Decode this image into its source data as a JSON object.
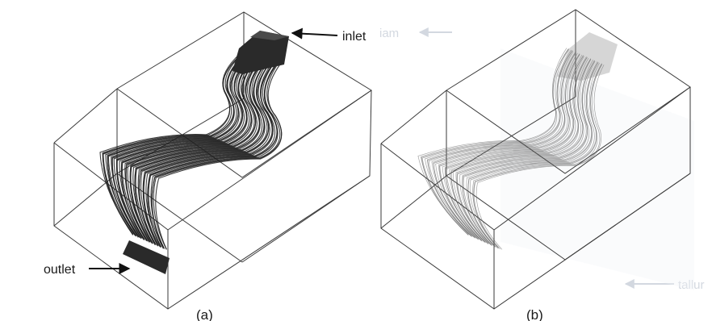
{
  "panel_a": {
    "caption": "(a)",
    "labels": {
      "inlet": "inlet",
      "outlet": "outlet"
    }
  },
  "panel_b": {
    "caption": "(b)"
  },
  "colors": {
    "dense": "#1e1e1e",
    "sparse": "#6e6e6e",
    "box": "#3a3a3a",
    "ghost": "#c5ccd6"
  }
}
